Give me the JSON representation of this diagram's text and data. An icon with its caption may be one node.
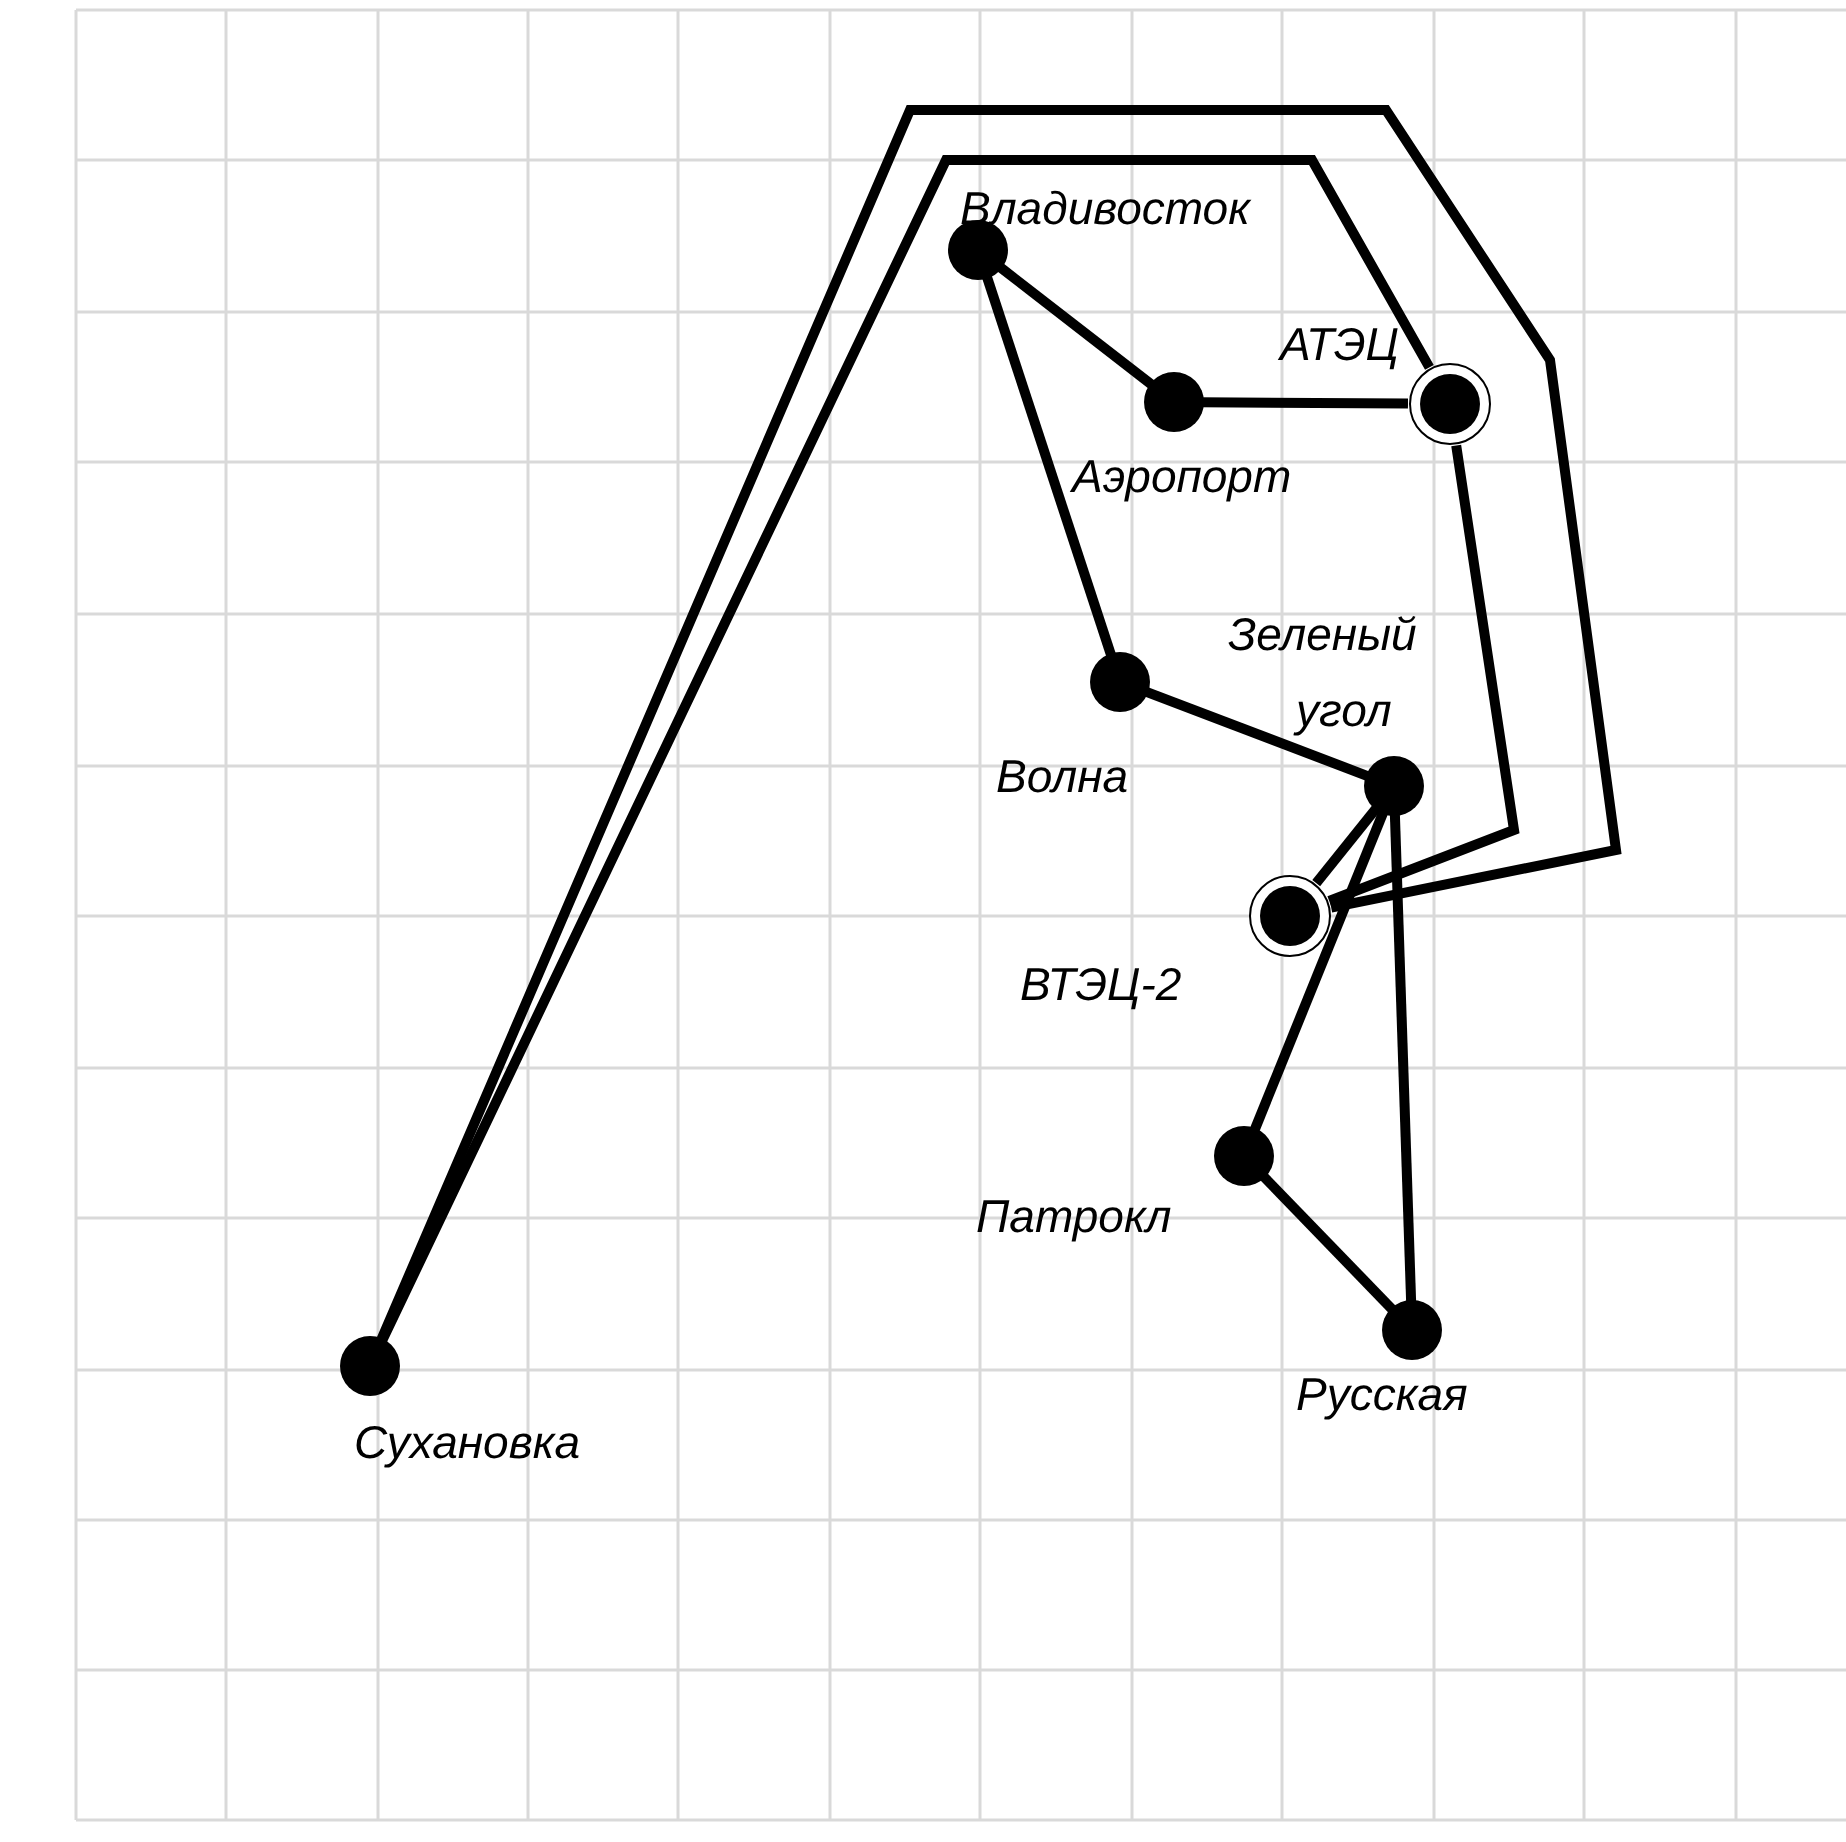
{
  "diagram": {
    "nodes": [
      {
        "text": [],
        "shape": "circle",
        "beside": [
          "Владивосток"
        ]
      },
      {
        "text": [],
        "shape": "circle",
        "beside": [
          "АТЭЦ"
        ]
      },
      {
        "text": [],
        "shape": "circle",
        "beside": [
          "Аэропорт"
        ]
      },
      {
        "text": [],
        "shape": "circle",
        "beside": [
          "Зеленый угол"
        ]
      },
      {
        "text": [],
        "shape": "circle",
        "beside": [
          "Волна"
        ]
      },
      {
        "text": [],
        "shape": "circle",
        "beside": [
          "ВТЭЦ-2"
        ]
      },
      {
        "text": [],
        "shape": "circle",
        "beside": [
          "Патрокл"
        ]
      },
      {
        "text": [],
        "shape": "circle",
        "beside": [
          "Русская"
        ]
      },
      {
        "text": [],
        "shape": "circle",
        "beside": [
          "Сухановка"
        ]
      }
    ],
    "edges": [
      {
        "from": 0,
        "to": 2,
        "arrow": "none"
      },
      {
        "from": 2,
        "to": 1,
        "arrow": "none"
      },
      {
        "from": 0,
        "to": 4,
        "arrow": "none"
      },
      {
        "from": 4,
        "to": 3,
        "arrow": "none"
      },
      {
        "from": 1,
        "to": 5,
        "arrow": "none"
      },
      {
        "from": 3,
        "to": 5,
        "arrow": "none"
      },
      {
        "from": 3,
        "to": 6,
        "arrow": "none"
      },
      {
        "from": 3,
        "to": 7,
        "arrow": "none"
      },
      {
        "from": 6,
        "to": 7,
        "arrow": "none"
      },
      {
        "from": 8,
        "to": 1,
        "arrow": "none"
      },
      {
        "from": 8,
        "to": 5,
        "arrow": "none"
      }
    ]
  }
}
